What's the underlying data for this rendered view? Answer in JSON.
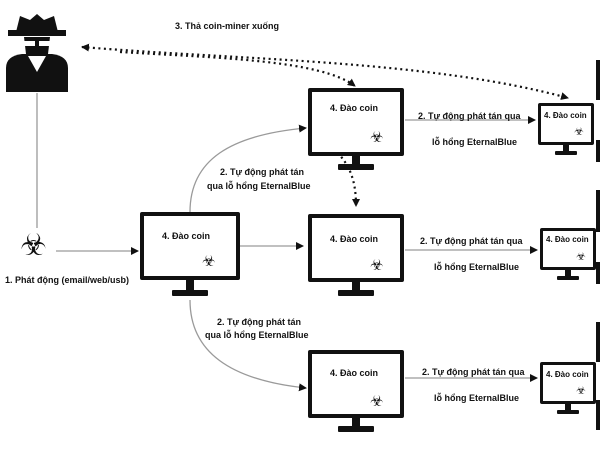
{
  "labels": {
    "drop_miner": "3. Thả coin-miner xuống",
    "launch": "1.  Phát động  (email/web/usb)",
    "spread_two_line_1": "2. Tự động phát tán qua",
    "spread_two_line_2": "lỗ hổng EternalBlue",
    "spread_left_1": "2. Tự động phát tán",
    "spread_left_2": "qua lỗ hổng EternalBlue"
  },
  "computers": [
    {
      "id": "pc-origin",
      "label": "4. Đào coin"
    },
    {
      "id": "pc-top",
      "label": "4. Đào coin"
    },
    {
      "id": "pc-mid",
      "label": "4. Đào coin"
    },
    {
      "id": "pc-bottom",
      "label": "4. Đào coin"
    },
    {
      "id": "pc-right-top",
      "label": "4. Đào coin"
    },
    {
      "id": "pc-right-mid",
      "label": "4. Đào coin"
    },
    {
      "id": "pc-right-bottom",
      "label": "4. Đào coin"
    }
  ],
  "icons": {
    "hacker": "hacker-icon",
    "biohazard": "biohazard-icon",
    "biohazard_glyph": "☣"
  },
  "colors": {
    "ink": "#111111",
    "connector": "#9a9a9a",
    "background": "#ffffff"
  }
}
